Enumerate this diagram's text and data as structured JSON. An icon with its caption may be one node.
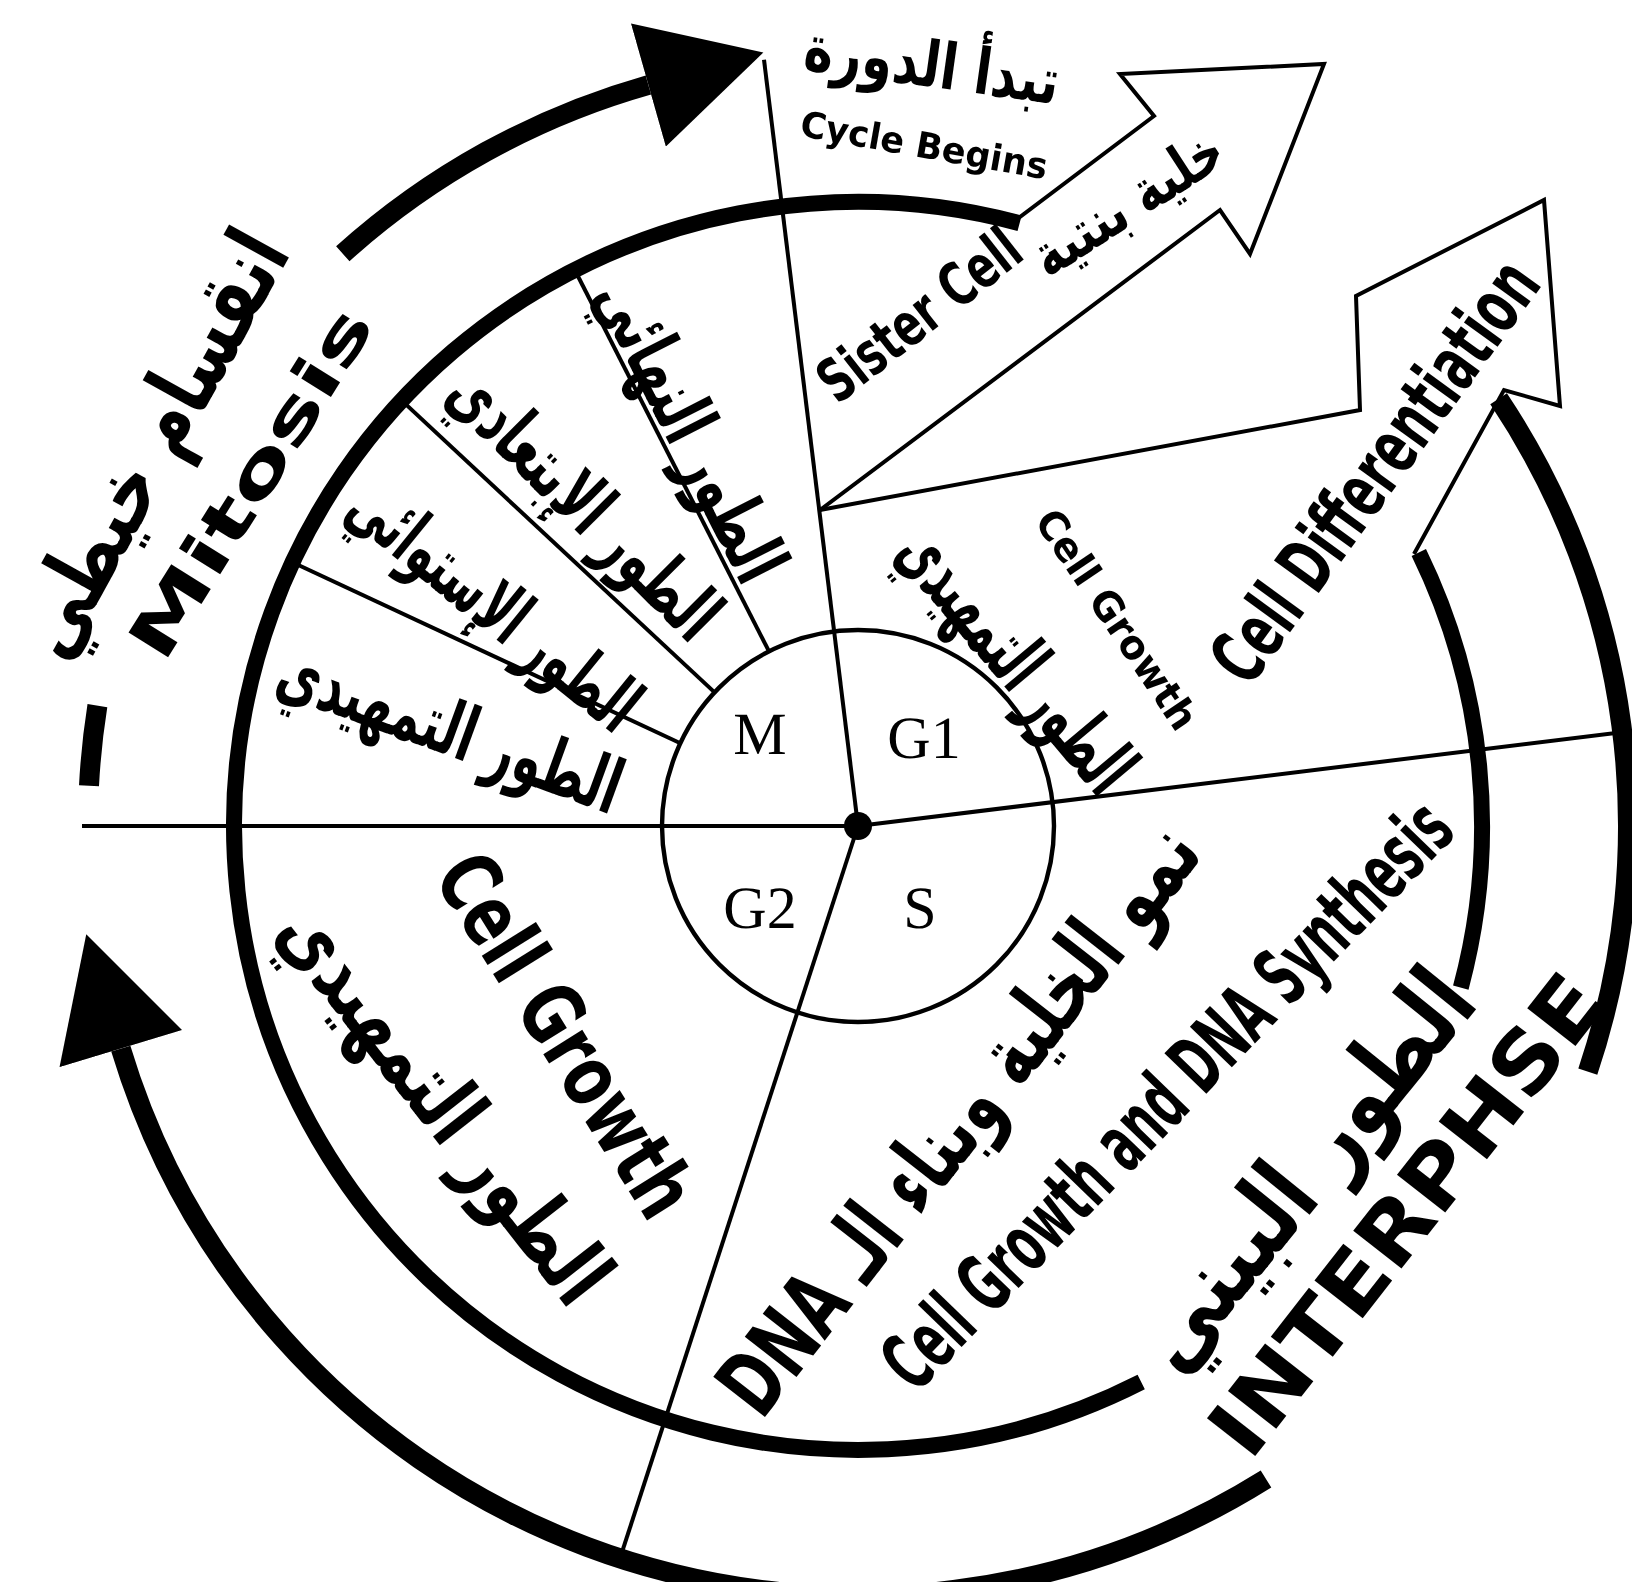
{
  "diagram": {
    "nodes": [
      {
        "text": [
          "M"
        ]
      },
      {
        "text": [
          "G1"
        ]
      },
      {
        "text": [
          "S"
        ]
      },
      {
        "text": [
          "G2"
        ]
      },
      {
        "text": [
          "الطور النهائي"
        ]
      },
      {
        "text": [
          "الطور الإبتعادي"
        ]
      },
      {
        "text": [
          "الطور الإستوائي"
        ]
      },
      {
        "text": [
          "الطور التمهيدي"
        ]
      },
      {
        "text": [
          "الطور التمهيدي",
          "Cell Growth"
        ]
      },
      {
        "text": [
          "نمو الخلية وبناء الـ DNA",
          "Cell Growth and DNA Synthesis"
        ]
      },
      {
        "text": [
          "Cell Growth",
          "الطور التمهيدي"
        ]
      },
      {
        "text": [
          "Sister Cell",
          "خلية بنتية"
        ]
      },
      {
        "text": [
          "Cell Differentiation"
        ]
      }
    ],
    "labels": [
      "تبدأ الدورة",
      "Cycle Begins",
      "انقسام خيطي",
      "Mitosis",
      "الطور البيني",
      "INTERPHSE"
    ]
  }
}
